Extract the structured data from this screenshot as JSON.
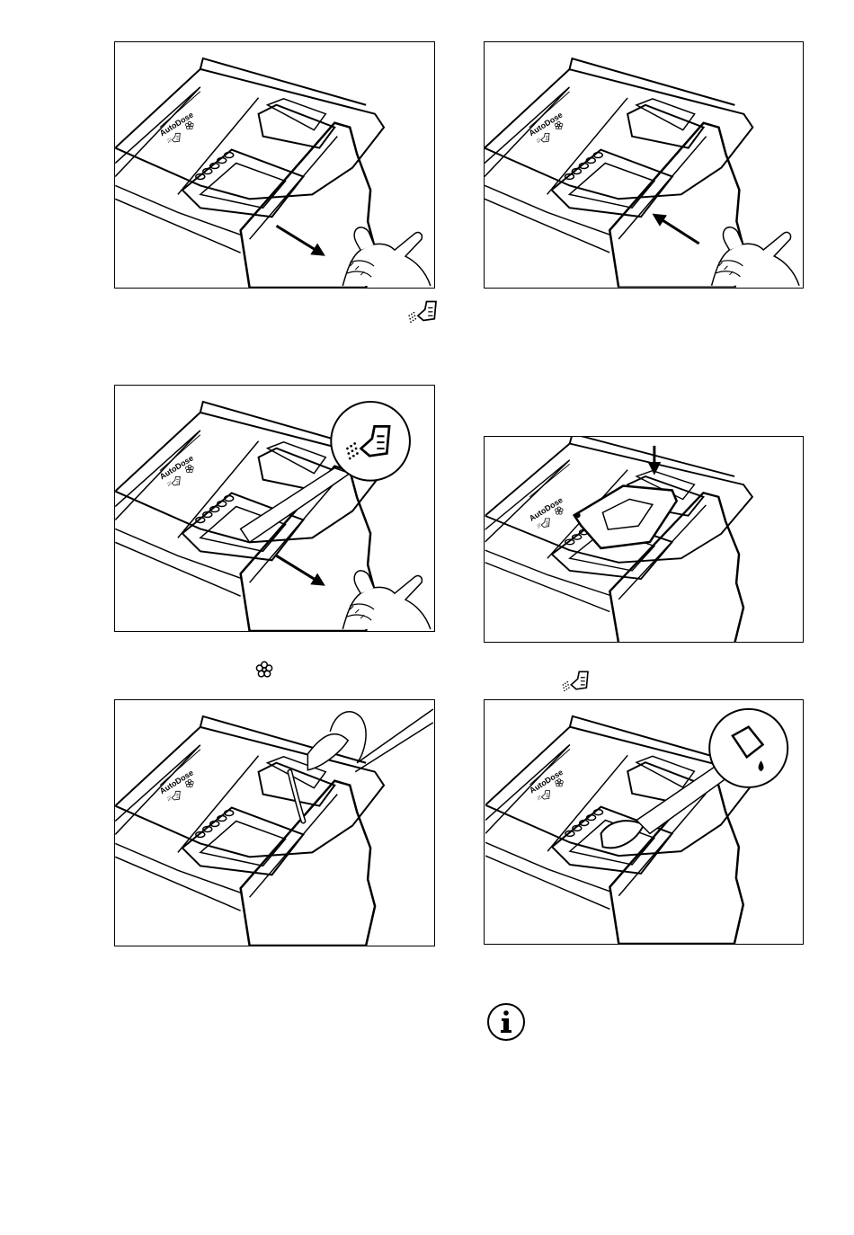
{
  "page": {
    "background": "#ffffff",
    "line_color": "#000000"
  },
  "drawer_label": "AutoDose",
  "figures": [
    {
      "name": "figure-pull-drawer-out",
      "arrow": "out",
      "icons": [
        "detergent-icon",
        "softener-icon"
      ]
    },
    {
      "name": "figure-push-drawer-in",
      "arrow": "in",
      "icons": [
        "detergent-icon",
        "softener-icon"
      ]
    },
    {
      "name": "figure-detergent-compartment-callout",
      "arrow": "out",
      "icons": [
        "detergent-icon"
      ]
    },
    {
      "name": "figure-insert-container",
      "arrow": "down",
      "icons": [
        "detergent-icon",
        "softener-icon"
      ]
    },
    {
      "name": "figure-fill-softener",
      "arrow": "none",
      "icons": [
        "softener-icon"
      ]
    },
    {
      "name": "figure-liquid-detergent-callout",
      "arrow": "none",
      "icons": [
        "liquid-detergent-icon"
      ]
    }
  ],
  "inline_icons": [
    "detergent-icon",
    "softener-icon",
    "detergent-icon"
  ],
  "note_icon": "info-icon"
}
